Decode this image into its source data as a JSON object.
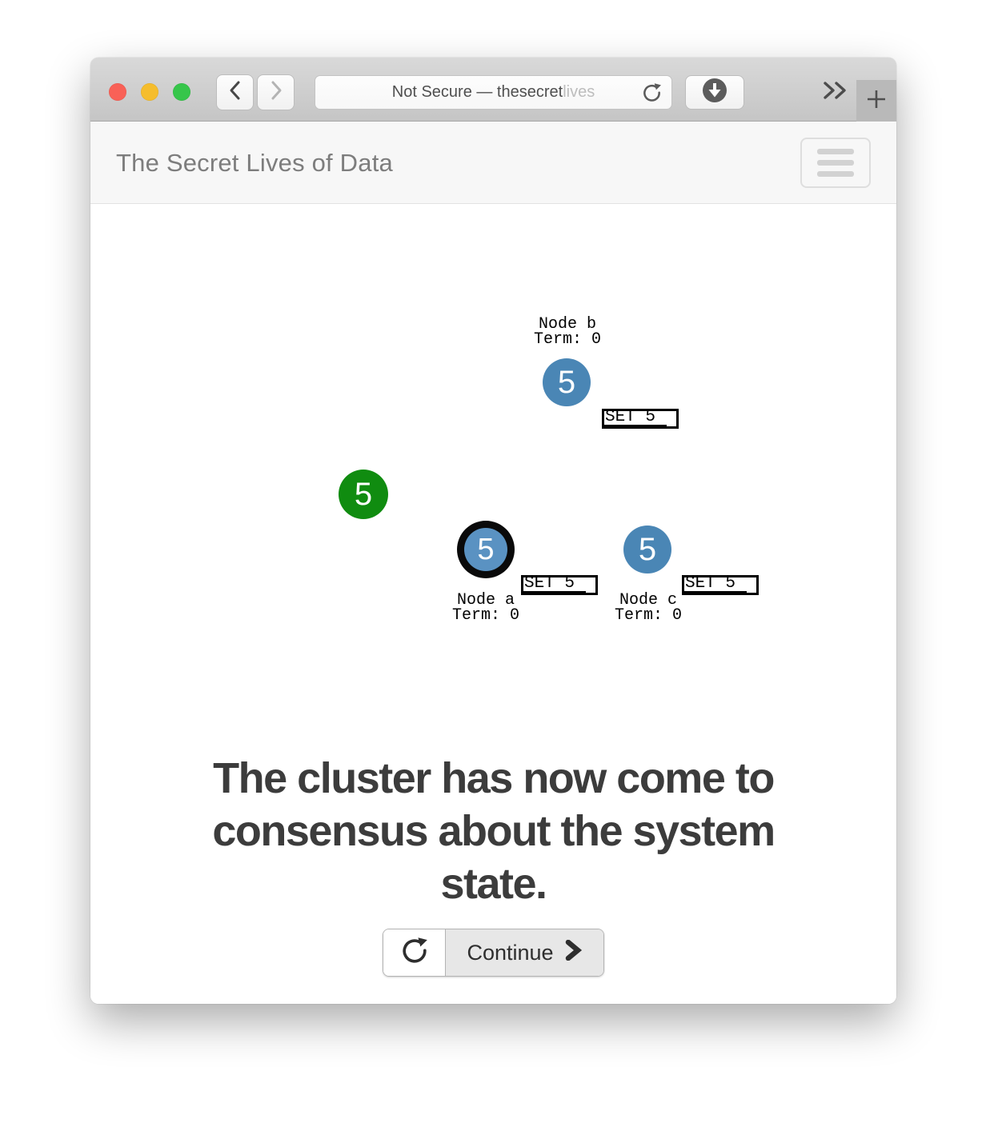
{
  "browser": {
    "address": {
      "security_part": "Not Secure — thesecret",
      "domain_fade_part": "lives"
    },
    "colors": {
      "traffic_red": "#f96157",
      "traffic_yellow": "#f5bd2d",
      "traffic_green": "#36c64a",
      "titlebar": "#cccccc"
    },
    "icons": {
      "back": "chevron-left",
      "forward": "chevron-right",
      "reload": "clockwise-circle-arrow",
      "downloads": "circled-down-arrow",
      "overflow": "double-chevron-right",
      "new-tab": "plus"
    }
  },
  "header": {
    "title": "The Secret Lives of Data",
    "icons": {
      "menu": "hamburger"
    }
  },
  "visualization": {
    "client": {
      "value": "5",
      "color": "#108c10"
    },
    "node_color": "#4a86b5",
    "leader_ring_color": "#0a0a0a",
    "nodes": [
      {
        "id": "b",
        "label": "Node b",
        "term": "Term: 0",
        "value": "5",
        "log": "SET 5",
        "leader": false
      },
      {
        "id": "a",
        "label": "Node a",
        "term": "Term: 0",
        "value": "5",
        "log": "SET 5",
        "leader": true
      },
      {
        "id": "c",
        "label": "Node c",
        "term": "Term: 0",
        "value": "5",
        "log": "SET 5",
        "leader": false
      }
    ]
  },
  "caption": {
    "lines": [
      "The cluster has now come to",
      "consensus about the system",
      "state."
    ],
    "color": "#3c3c3c"
  },
  "controls": {
    "continue_label": "Continue",
    "icons": {
      "restart": "clockwise-circle-arrow",
      "continue_arrow": "heavy-chevron-right"
    }
  }
}
